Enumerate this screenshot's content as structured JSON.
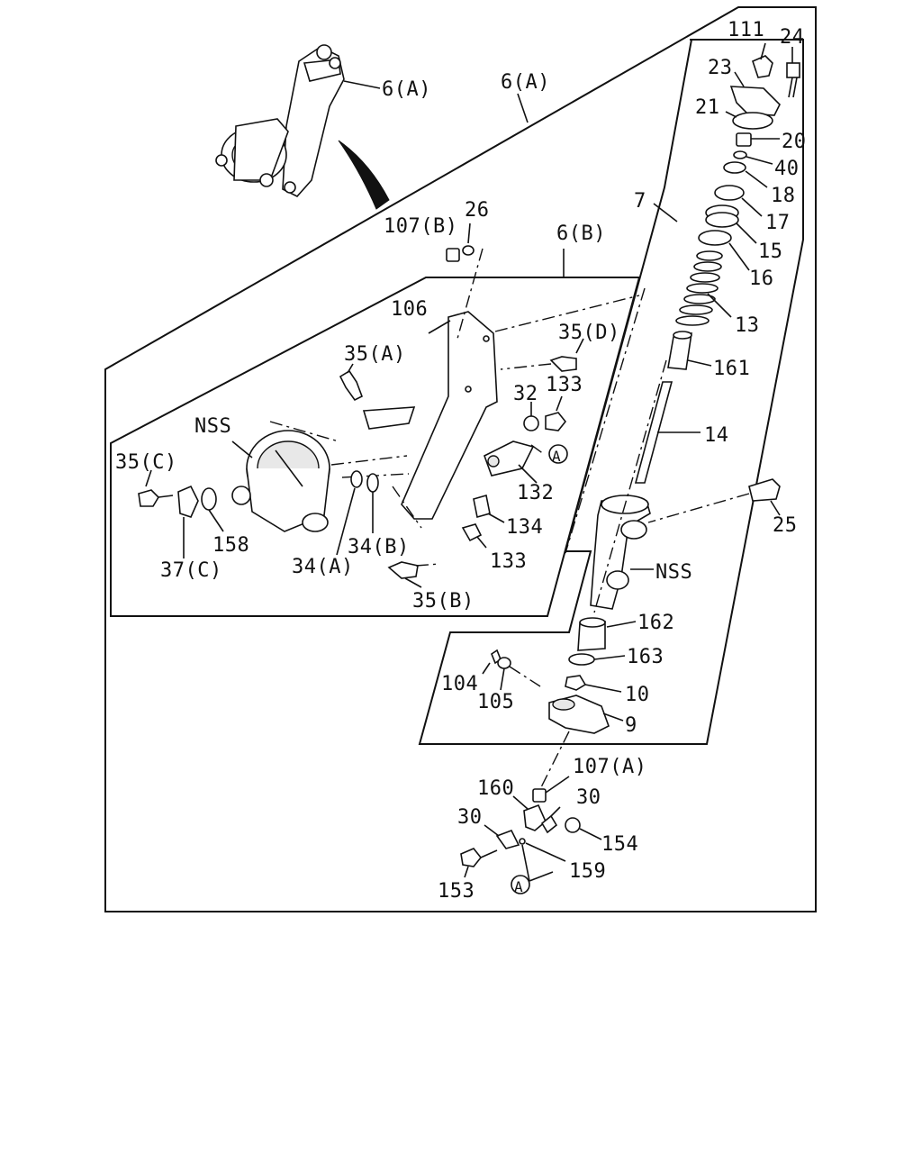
{
  "figure": {
    "labels": {
      "l_6a_small": "6(A)",
      "l_6a": "6(A)",
      "l_6b": "6(B)",
      "l_7": "7",
      "l_111": "111",
      "l_24": "24",
      "l_23": "23",
      "l_21": "21",
      "l_20": "20",
      "l_40": "40",
      "l_18": "18",
      "l_17": "17",
      "l_15": "15",
      "l_16": "16",
      "l_13": "13",
      "l_161": "161",
      "l_14": "14",
      "l_25": "25",
      "l_nss_right": "NSS",
      "l_162": "162",
      "l_163": "163",
      "l_10": "10",
      "l_9": "9",
      "l_104": "104",
      "l_105": "105",
      "l_107a": "107(A)",
      "l_107b": "107(B)",
      "l_26": "26",
      "l_106": "106",
      "l_35a": "35(A)",
      "l_35d": "35(D)",
      "l_32": "32",
      "l_133_top": "133",
      "l_nss_left": "NSS",
      "l_35c": "35(C)",
      "l_132": "132",
      "l_134": "134",
      "l_133_bot": "133",
      "l_158": "158",
      "l_37c": "37(C)",
      "l_34a": "34(A)",
      "l_34b": "34(B)",
      "l_35b": "35(B)",
      "l_160": "160",
      "l_30_right": "30",
      "l_30_left": "30",
      "l_154": "154",
      "l_159": "159",
      "l_153": "153",
      "l_a_right": "A",
      "l_a_bottom": "A"
    }
  }
}
